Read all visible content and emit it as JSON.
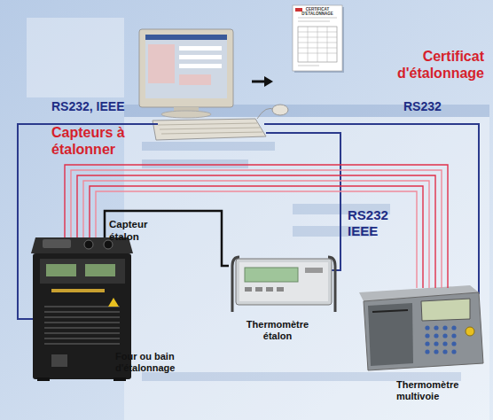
{
  "diagram": {
    "nodes": [
      {
        "text": [
          "CERTIFICAT D'ETALONNAGE",
          "Certificat d'étalonnage"
        ]
      },
      {
        "text": [
          "Four ou bain d'étalonnage"
        ]
      },
      {
        "text": [
          "Thermomètre étalon"
        ]
      },
      {
        "text": [
          "Thermomètre multivoie"
        ]
      }
    ],
    "edges": [
      {
        "from": 1,
        "to": 2,
        "arrow": "none",
        "label": "Capteur étalon"
      },
      {
        "from": 1,
        "to": 3,
        "arrow": "none",
        "label": "Capteurs à étalonner"
      }
    ],
    "labels": [
      "RS232, IEEE",
      "RS232",
      "RS232 IEEE"
    ]
  }
}
